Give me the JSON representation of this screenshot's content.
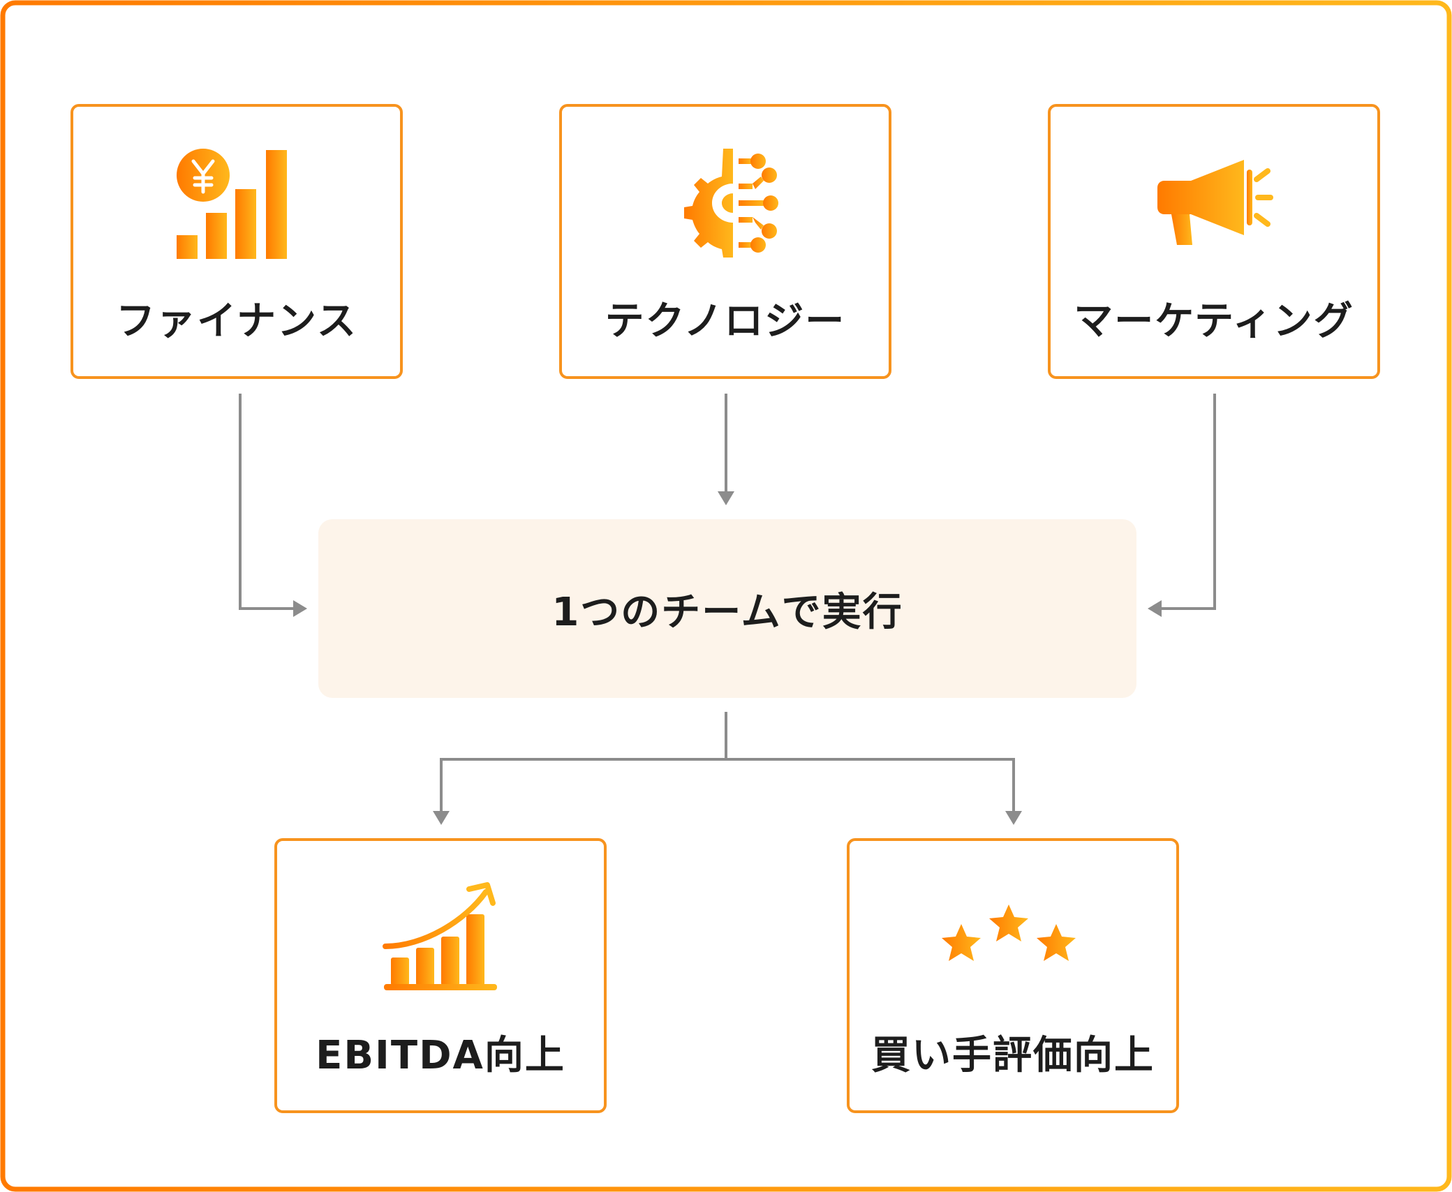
{
  "colors": {
    "accent": "#f7931e",
    "gradient_start": "#ff7a00",
    "gradient_end": "#ffb81c",
    "connector": "#8c8c8c",
    "center_fill": "#fdf4ea",
    "text": "#1d1d1d"
  },
  "inputs": [
    {
      "label": "ファイナンス",
      "icon": "yen-bar-chart-icon"
    },
    {
      "label": "テクノロジー",
      "icon": "gear-circuit-icon"
    },
    {
      "label": "マーケティング",
      "icon": "megaphone-icon"
    }
  ],
  "center": {
    "label": "1つのチームで実行"
  },
  "outputs": [
    {
      "label": "EBITDA向上",
      "icon": "growth-chart-icon"
    },
    {
      "label": "買い手評価向上",
      "icon": "three-stars-icon"
    }
  ]
}
